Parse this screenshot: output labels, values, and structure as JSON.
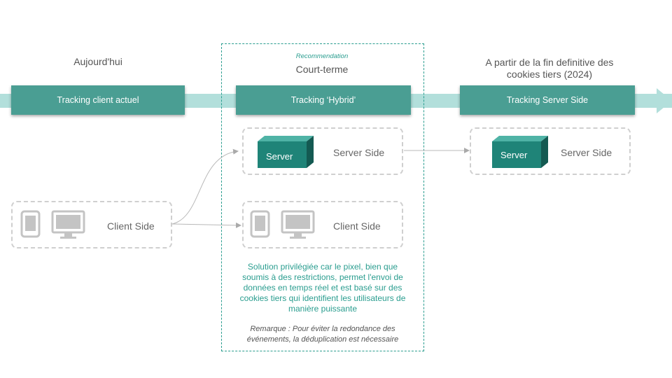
{
  "columns": {
    "today": {
      "heading": "Aujourd'hui",
      "band": "Tracking client actuel"
    },
    "short_term": {
      "recommendation": "Recommendation",
      "heading": "Court-terme",
      "band": "Tracking ‘Hybrid’"
    },
    "future": {
      "heading_line1": "A partir de la fin definitive des",
      "heading_line2": "cookies tiers (2024)",
      "band": "Tracking Server Side"
    }
  },
  "boxes": {
    "today_client": {
      "label": "Client Side"
    },
    "hybrid_server": {
      "icon_label": "Server",
      "label": "Server Side"
    },
    "hybrid_client": {
      "label": "Client Side"
    },
    "future_server": {
      "icon_label": "Server",
      "label": "Server Side"
    }
  },
  "note": {
    "lines": [
      "Solution privilégiée car le pixel, bien que",
      "soumis à des restrictions, permet l'envoi de",
      "données en temps réel et est basé sur des",
      "cookies tiers qui identifient les utilisateurs de",
      "manière puissante"
    ]
  },
  "remark": {
    "lines": [
      "Remarque : Pour éviter la redondance des",
      "événements, la déduplication est nécessaire"
    ]
  },
  "colors": {
    "teal": "#4a9e93",
    "teal_light": "#b2dfdb",
    "teal_text": "#2a9d8f",
    "server_dark": "#1f7a6f"
  },
  "icons": [
    "server-cube-icon",
    "smartphone-icon",
    "monitor-icon"
  ]
}
